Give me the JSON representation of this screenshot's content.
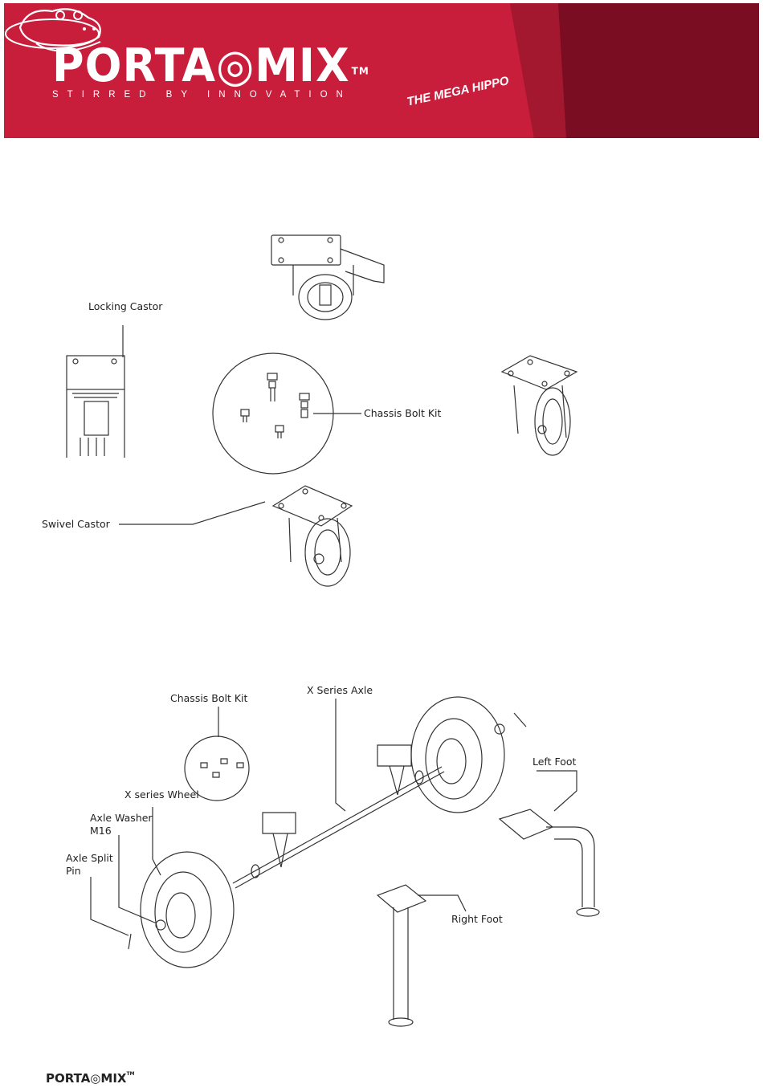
{
  "header": {
    "brand_name": "PORTA◎MIX",
    "trademark": "TM",
    "tagline": "STIRRED BY INNOVATION",
    "mascot_label": "THE MEGA HIPPO",
    "mascot_badge": "PORTA◎MIX",
    "colors": {
      "primary": "#c81e3c",
      "dark": "#7a0d22",
      "mid": "#a3172f"
    }
  },
  "figure_castors": {
    "labels": {
      "locking_castor": "Locking Castor",
      "chassis_bolt_kit": "Chassis Bolt Kit",
      "swivel_castor": "Swivel Castor"
    }
  },
  "figure_axle": {
    "labels": {
      "chassis_bolt_kit": "Chassis Bolt Kit",
      "x_series_axle": "X Series Axle",
      "left_foot": "Left Foot",
      "x_series_wheel": "X series Wheel",
      "axle_washer": "Axle Washer",
      "axle_washer_size": "M16",
      "axle_split_pin_line1": "Axle Split",
      "axle_split_pin_line2": "Pin",
      "right_foot": "Right Foot"
    }
  },
  "footer": {
    "brand_name": "PORTA◎MIX",
    "trademark": "TM"
  }
}
